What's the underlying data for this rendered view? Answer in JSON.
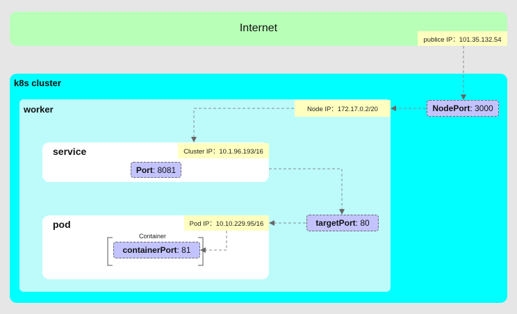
{
  "internet": {
    "label": "Internet",
    "public_ip": "publice IP：101.35.132.54"
  },
  "cluster": {
    "label": "k8s cluster"
  },
  "worker": {
    "label": "worker",
    "node_ip": "Node IP：172.17.0.2/20"
  },
  "service": {
    "label": "service",
    "cluster_ip": "Cluster IP：10.1.96.193/16",
    "port_name": "Port",
    "port_value": ": 8081"
  },
  "pod": {
    "label": "pod",
    "pod_ip": "Pod IP：10.10.229.95/16",
    "container_label": "Container",
    "container_port_name": "containerPort",
    "container_port_value": ": 81"
  },
  "node_port": {
    "name": "NodePort",
    "value": ": 3000"
  },
  "target_port": {
    "name": "targetPort",
    "value": ": 80"
  },
  "colors": {
    "internet": "#b8ffb8",
    "cluster": "#00ffff",
    "worker": "#bdfbfb",
    "ip_label": "#ffffc0",
    "port": "#c3c3ff"
  }
}
